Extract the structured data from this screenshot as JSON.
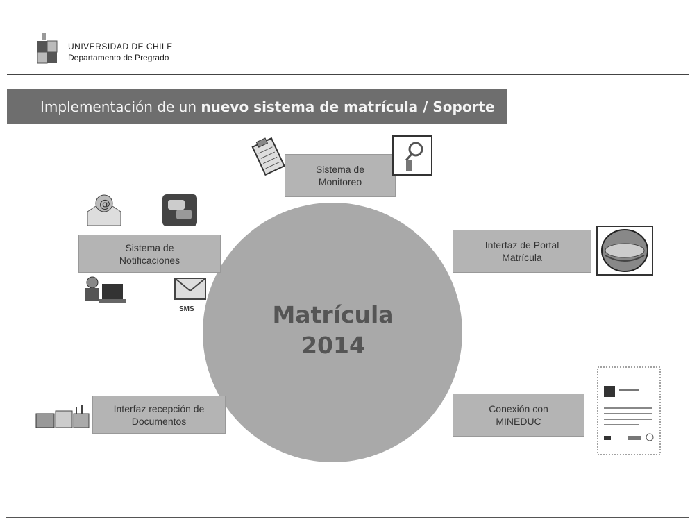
{
  "header": {
    "university": "UNIVERSIDAD DE CHILE",
    "department": "Departamento de Pregrado"
  },
  "title": {
    "prefix": "Implementación de un ",
    "bold": "nuevo sistema de matrícula / Soporte"
  },
  "center": {
    "line1": "Matrícula",
    "line2": "2014"
  },
  "nodes": {
    "monitoring": "Sistema de\nMonitoreo",
    "notifications": "Sistema de\nNotificaciones",
    "portal": "Interfaz de Portal\nMatrícula",
    "documents": "Interfaz recepción de\nDocumentos",
    "mineduc": "Conexión con\nMINEDUC"
  },
  "icons": {
    "sms_label": "SMS"
  }
}
